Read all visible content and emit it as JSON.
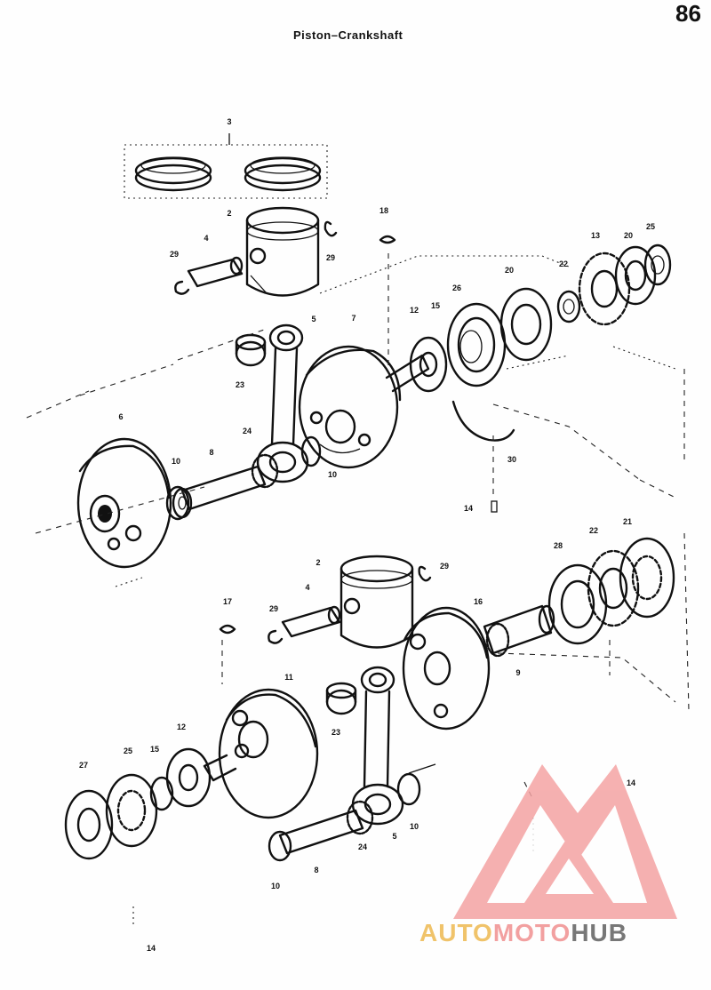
{
  "header": {
    "title": "Piston–Crankshaft",
    "page_number": "86"
  },
  "callouts_upper": [
    {
      "id": "u-3",
      "label": "3"
    },
    {
      "id": "u-2",
      "label": "2"
    },
    {
      "id": "u-4",
      "label": "4"
    },
    {
      "id": "u-29a",
      "label": "29"
    },
    {
      "id": "u-29b",
      "label": "29"
    },
    {
      "id": "u-18",
      "label": "18"
    },
    {
      "id": "u-5",
      "label": "5"
    },
    {
      "id": "u-7",
      "label": "7"
    },
    {
      "id": "u-13",
      "label": "13"
    },
    {
      "id": "u-20a",
      "label": "20"
    },
    {
      "id": "u-25",
      "label": "25"
    },
    {
      "id": "u-22",
      "label": "22"
    },
    {
      "id": "u-20b",
      "label": "20"
    },
    {
      "id": "u-26",
      "label": "26"
    },
    {
      "id": "u-12",
      "label": "12"
    },
    {
      "id": "u-15",
      "label": "15"
    },
    {
      "id": "u-23",
      "label": "23"
    },
    {
      "id": "u-6",
      "label": "6"
    },
    {
      "id": "u-24",
      "label": "24"
    },
    {
      "id": "u-10a",
      "label": "10"
    },
    {
      "id": "u-8",
      "label": "8"
    },
    {
      "id": "u-10b",
      "label": "10"
    },
    {
      "id": "u-30",
      "label": "30"
    },
    {
      "id": "u-14",
      "label": "14"
    }
  ],
  "callouts_lower": [
    {
      "id": "l-2",
      "label": "2"
    },
    {
      "id": "l-29a",
      "label": "29"
    },
    {
      "id": "l-21",
      "label": "21"
    },
    {
      "id": "l-22",
      "label": "22"
    },
    {
      "id": "l-28",
      "label": "28"
    },
    {
      "id": "l-4",
      "label": "4"
    },
    {
      "id": "l-29b",
      "label": "29"
    },
    {
      "id": "l-17",
      "label": "17"
    },
    {
      "id": "l-16",
      "label": "16"
    },
    {
      "id": "l-9",
      "label": "9"
    },
    {
      "id": "l-11",
      "label": "11"
    },
    {
      "id": "l-23",
      "label": "23"
    },
    {
      "id": "l-12",
      "label": "12"
    },
    {
      "id": "l-27",
      "label": "27"
    },
    {
      "id": "l-25",
      "label": "25"
    },
    {
      "id": "l-15",
      "label": "15"
    },
    {
      "id": "l-14a",
      "label": "14"
    },
    {
      "id": "l-10a",
      "label": "10"
    },
    {
      "id": "l-24",
      "label": "24"
    },
    {
      "id": "l-8",
      "label": "8"
    },
    {
      "id": "l-10b",
      "label": "10"
    },
    {
      "id": "l-5",
      "label": "5"
    },
    {
      "id": "l-14b",
      "label": "14"
    }
  ],
  "watermark": {
    "part1": "AUTO",
    "part2": "MOTO",
    "part3": "HUB",
    "color_yellow": "#f0c36a",
    "color_red": "#f2a0a0",
    "color_gray": "#777777"
  }
}
